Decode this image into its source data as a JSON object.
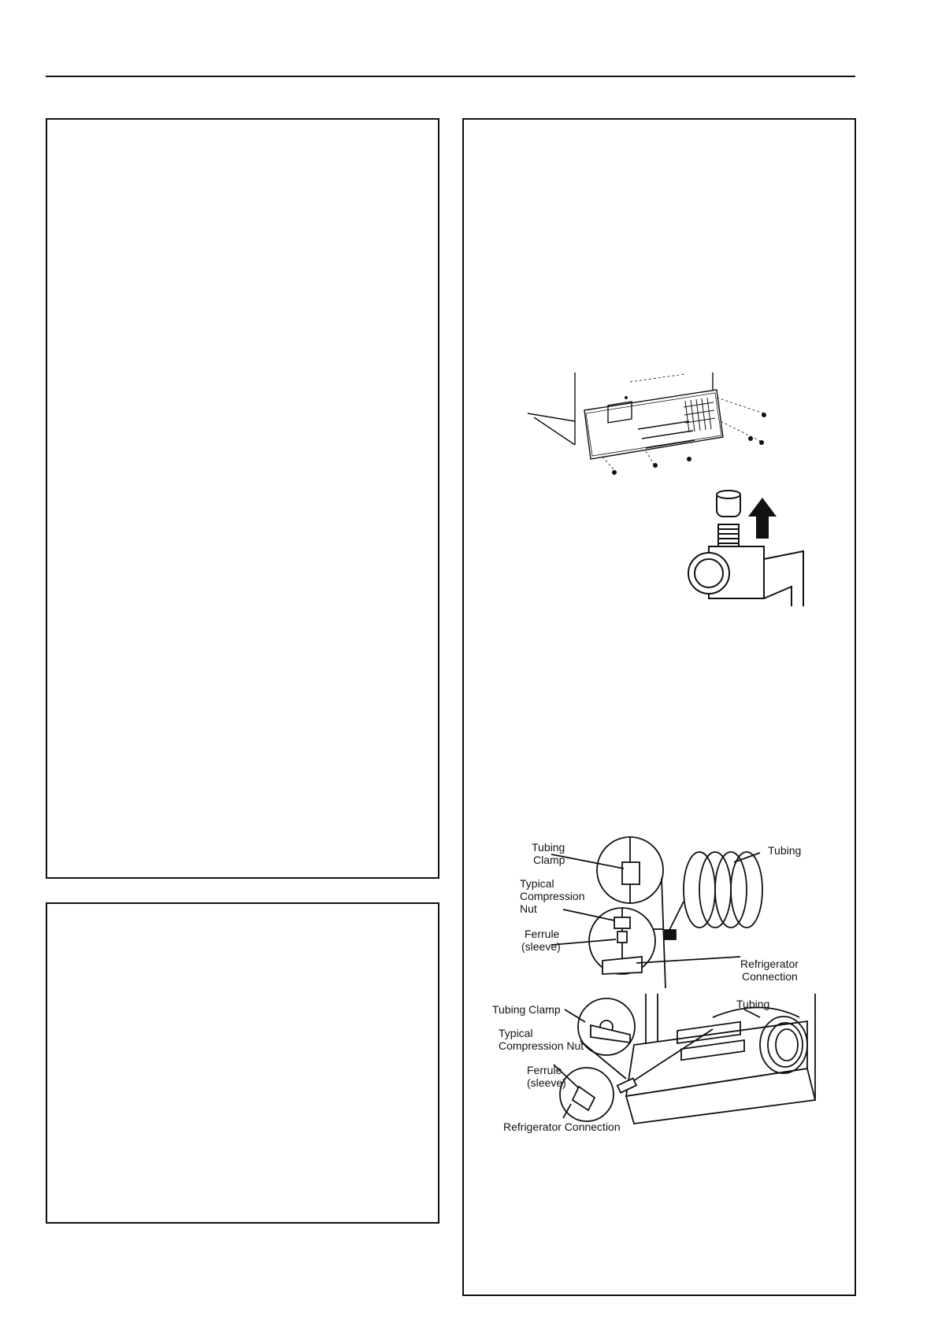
{
  "figure_lower": {
    "labels": {
      "tubing_clamp": "Tubing",
      "tubing_clamp_2": "Clamp",
      "typical": "Typical",
      "compression": "Compression",
      "nut": "Nut",
      "ferrule": "Ferrule",
      "sleeve": "(sleeve)",
      "tubing": "Tubing",
      "refrigerator": "Refrigerator",
      "connection": "Connection"
    }
  },
  "figure_bottom": {
    "labels": {
      "tubing_clamp": "Tubing Clamp",
      "typical": "Typical",
      "compression_nut": "Compression Nut",
      "ferrule": "Ferrule",
      "sleeve": "(sleeve)",
      "tubing": "Tubing",
      "refrigerator_connection": "Refrigerator Connection"
    }
  }
}
